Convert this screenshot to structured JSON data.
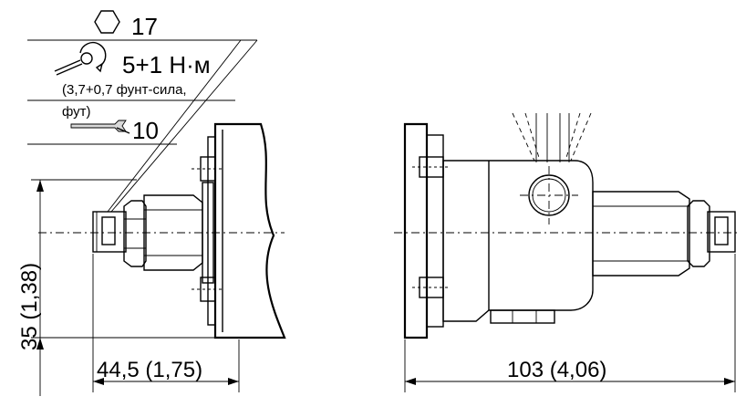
{
  "spec": {
    "wrench_size": "17",
    "torque_metric": "5+1 Н·м",
    "torque_imperial": "(3,7+0,7 фунт-сила,",
    "torque_imperial_unit": "фут)",
    "spanner_size": "10"
  },
  "dimensions": {
    "height": "35 (1,38)",
    "length_left": "44,5 (1,75)",
    "length_right": "103 (4,06)"
  },
  "icons": {
    "hex": "hex-nut-icon",
    "torque": "torque-wrench-icon",
    "spanner": "open-spanner-icon"
  }
}
